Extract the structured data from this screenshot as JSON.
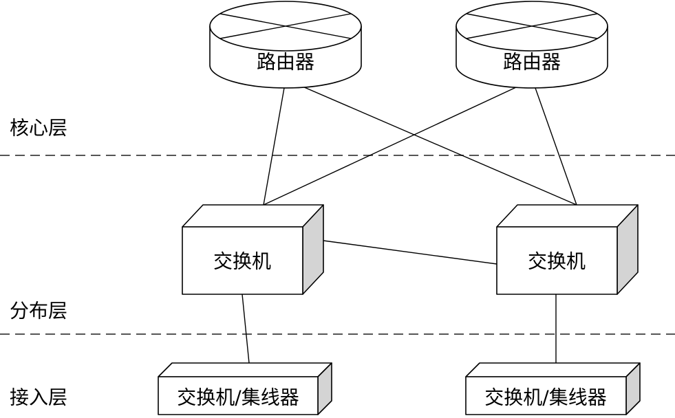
{
  "layers": {
    "core": "核心层",
    "distribution": "分布层",
    "access": "接入层"
  },
  "devices": {
    "router_left": "路由器",
    "router_right": "路由器",
    "switch_left": "交换机",
    "switch_right": "交换机",
    "access_left": "交换机/集线器",
    "access_right": "交换机/集线器"
  },
  "colors": {
    "background": "#ffffff",
    "face": "#ffffff",
    "side_shade": "#d4d4d4",
    "stroke": "#000000",
    "divider": "#555555"
  }
}
